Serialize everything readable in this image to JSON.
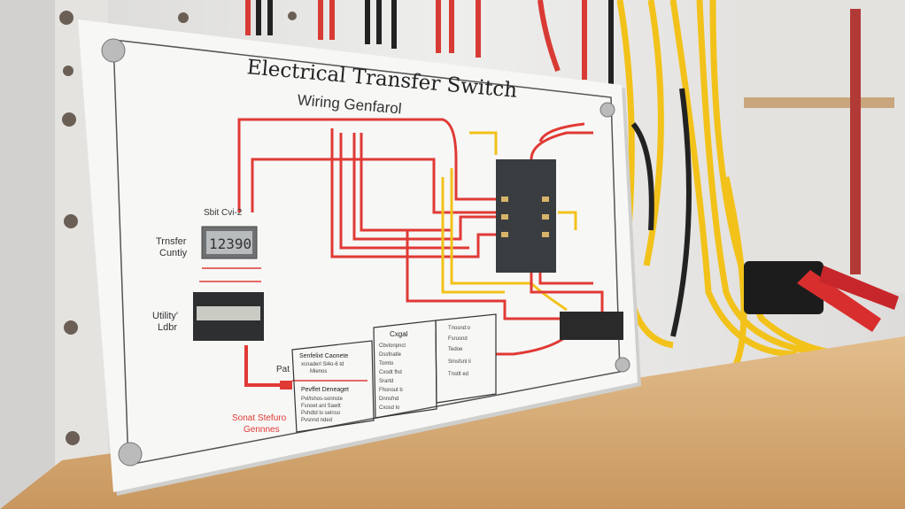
{
  "panel": {
    "title": "Electrical Transfer Switch",
    "subtitle": "Wiring Genfarol",
    "labels": {
      "top_left": "Sbit Cvi-2",
      "transfer": [
        "Trnsfer",
        "Cuntiy"
      ],
      "utility": [
        "Utility'",
        "Ldbr"
      ],
      "display_value": "12390",
      "port": "Pat",
      "bottom_red": [
        "Sonat Stefuro",
        "Gennnes"
      ],
      "box1_title": "Senfelixt Caonete",
      "box1_lines": [
        "xcnaderl Sl4o-6 td",
        "Mienos"
      ],
      "box2_title": "Pevffet Deneaget",
      "box2_lines": [
        "Pvl/lshos-sonnste",
        "Fsnoet anl Sawtt",
        "Pshdtd lo selnso",
        "Pvsnnd nded"
      ],
      "box3_title": "Cxgal",
      "box3_lines": [
        "Cbvlonpnct",
        "Dssfnatle",
        "Tomto",
        "Cxodt fhd",
        "Srartd",
        "Fhsnout b",
        "Dnnsfnd",
        "Cxosd lo"
      ],
      "right_notes": [
        "Tnosnd:o",
        "Fsrusnd",
        "Tedoe",
        "Smsfsnl il",
        "Tnstlt ed"
      ]
    }
  },
  "colors": {
    "wire_red": "#e03a35",
    "wire_yellow": "#f2c21a",
    "wood": "#d9b07e",
    "panel": "#f7f7f6"
  }
}
